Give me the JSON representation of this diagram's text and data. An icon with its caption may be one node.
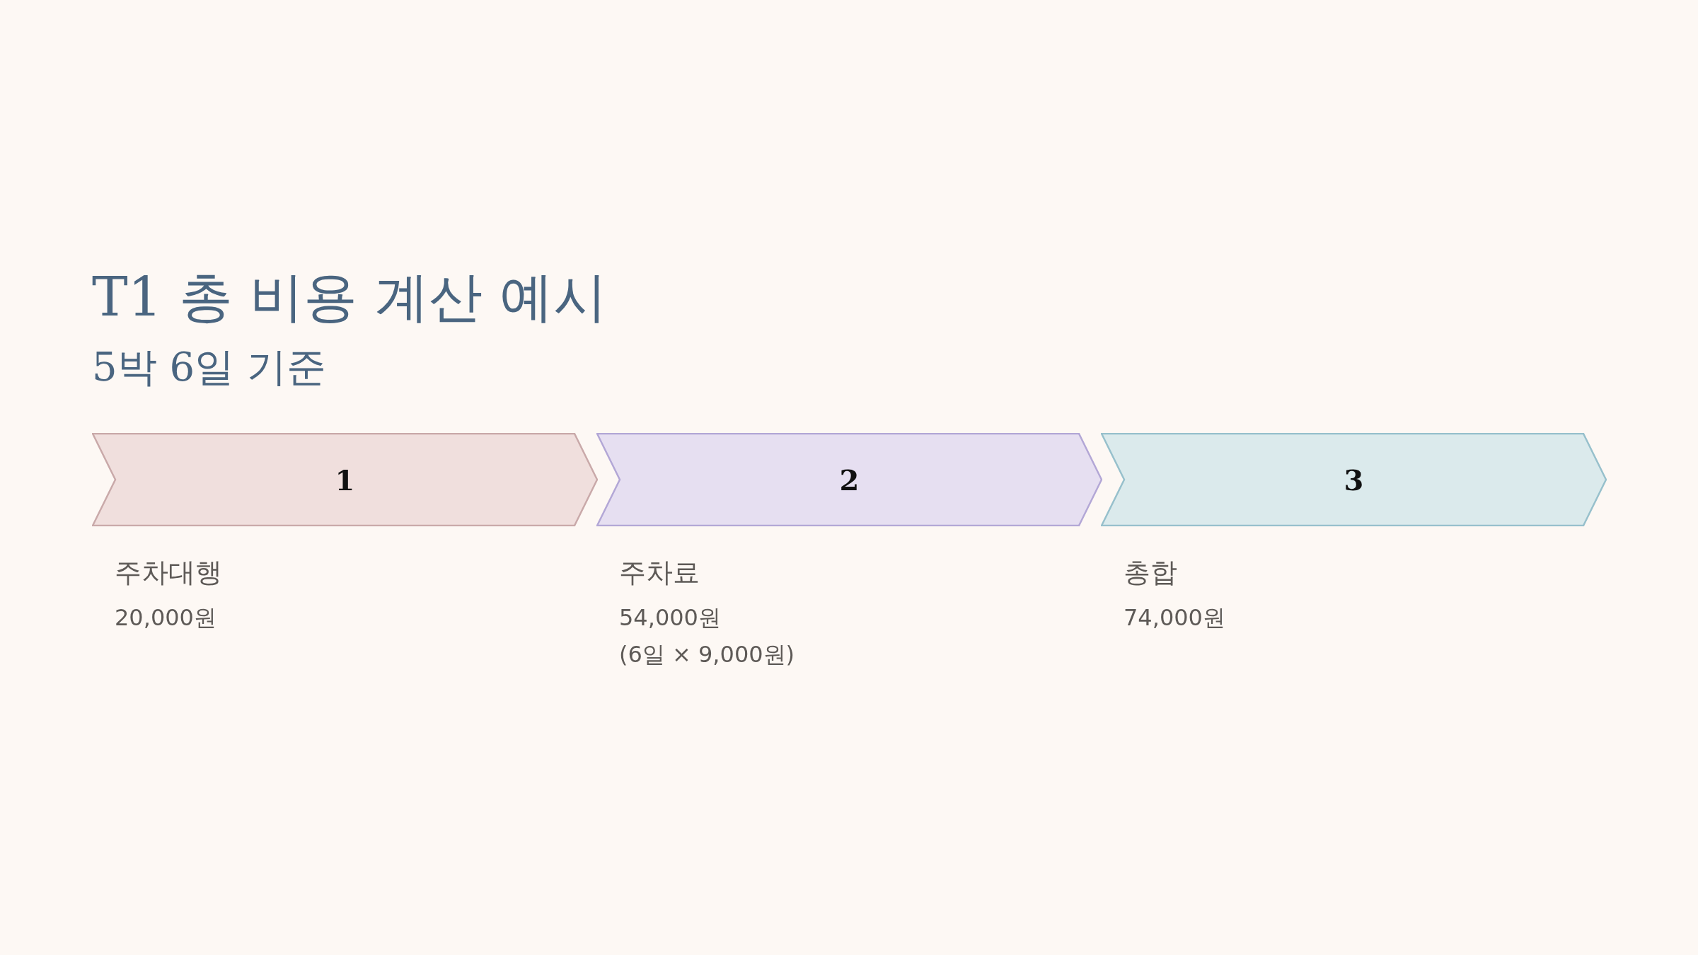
{
  "diagram": {
    "title": "T1 총 비용 계산 예시",
    "nodes": [
      {
        "text": [
          "1"
        ],
        "beside": [
          "주차대행",
          "20,000원"
        ]
      },
      {
        "text": [
          "2"
        ],
        "beside": [
          "주차료",
          "54,000원",
          "(6일 × 9,000원)"
        ]
      },
      {
        "text": [
          "3"
        ],
        "beside": [
          "총합",
          "74,000원"
        ]
      }
    ],
    "labels": [
      "5박 6일 기준"
    ]
  }
}
